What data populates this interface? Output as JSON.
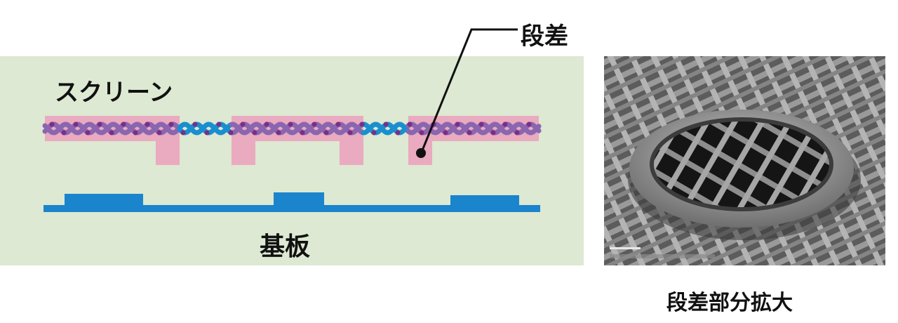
{
  "labels": {
    "screen": "スクリーン",
    "step": "段差",
    "substrate": "基板",
    "photo_caption": "段差部分拡大"
  },
  "colors": {
    "panel_bg": "#dde9d2",
    "emulsion_pink": "#eaaabf",
    "mesh_purple": "#8a66b0",
    "mesh_blue": "#1a8fd0",
    "substrate_blue": "#1a84cc",
    "dot": "#7a2f86"
  }
}
